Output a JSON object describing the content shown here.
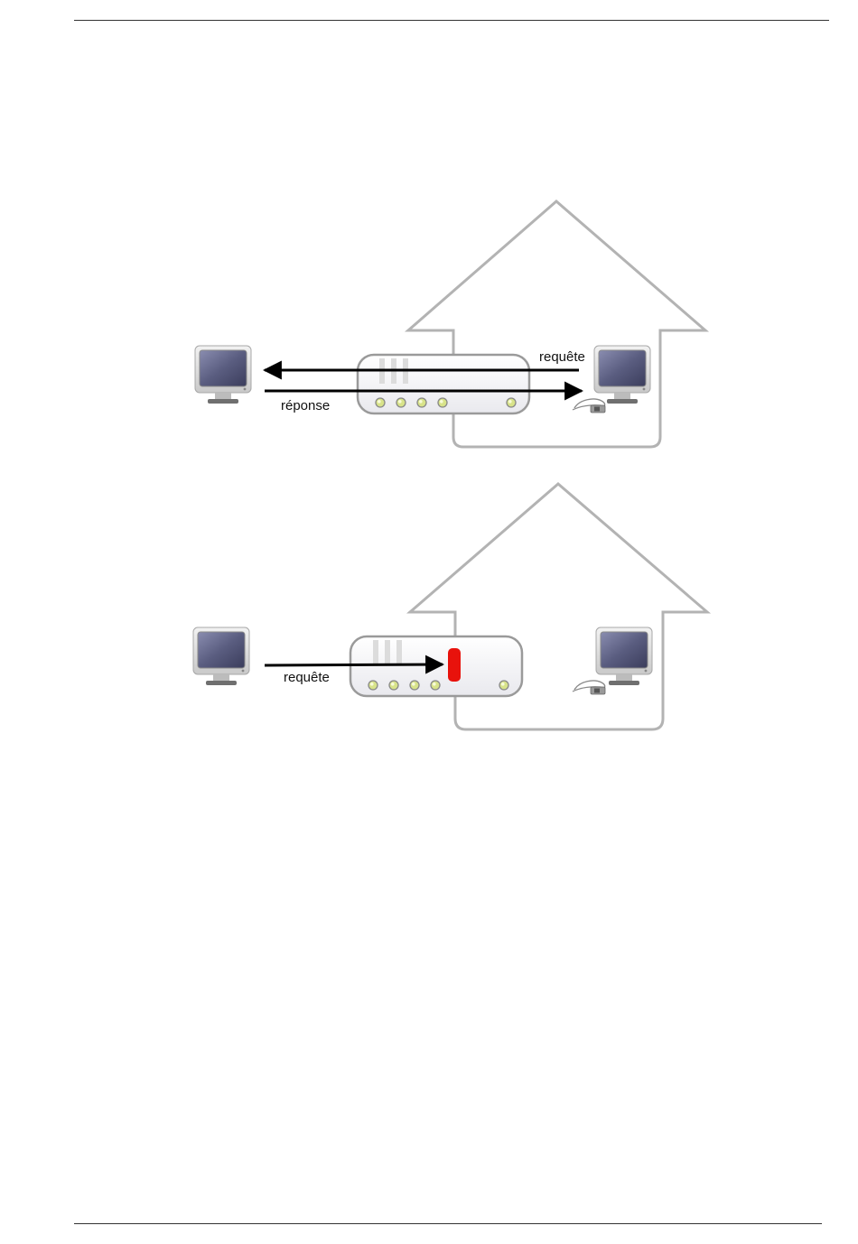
{
  "panels": [
    {
      "request_label": "requête",
      "response_label": "réponse",
      "blocked": false
    },
    {
      "request_label": "requête",
      "blocked": true
    }
  ],
  "colors": {
    "house_outline": "#b3b3b3",
    "router_body": "#f4f4f6",
    "router_outline": "#9a9a9a",
    "led": "#d8e38a",
    "block_marker": "#e8120c",
    "arrow": "#000000",
    "screen": "#5a5d80"
  },
  "icons": {
    "remote_computer": "computer-monitor-icon",
    "local_computer": "computer-monitor-icon",
    "router": "router-icon",
    "house": "house-outline-icon",
    "network_cable": "network-plug-icon"
  }
}
